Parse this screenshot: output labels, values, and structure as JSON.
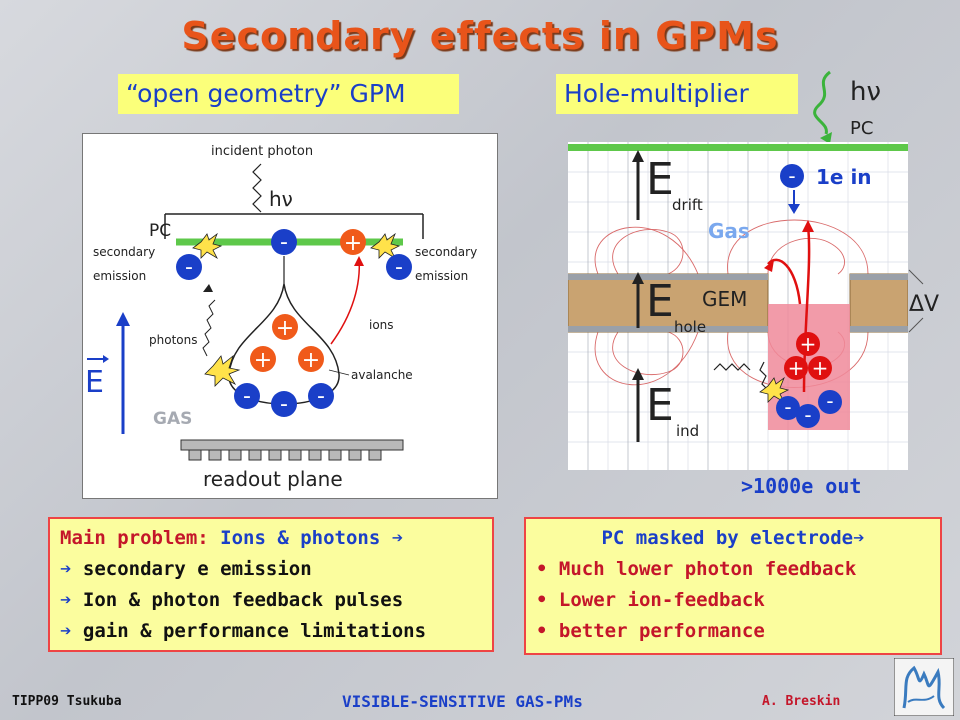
{
  "title": "Secondary effects in GPMs",
  "left": {
    "label": "“open geometry” GPM",
    "diagram": {
      "incident_photon": "incident photon",
      "hv": "hν",
      "pc": "PC",
      "secondary_emission_left_1": "secondary",
      "secondary_emission_left_2": "emission",
      "secondary_emission_right_1": "secondary",
      "secondary_emission_right_2": "emission",
      "photons": "photons",
      "ions": "ions",
      "avalanche": "avalanche",
      "e_field": "E",
      "gas": "GAS",
      "readout": "readout plane",
      "minus": "-",
      "plus": "+"
    },
    "info": {
      "line1_a": "Main problem: ",
      "line1_b": "Ions & photons ",
      "arrow": "➔",
      "line2": " secondary e emission",
      "line3": " Ion & photon feedback pulses",
      "line4": " gain & performance limitations"
    }
  },
  "right": {
    "label": "Hole-multiplier",
    "hv": "hν",
    "pc": "PC",
    "diagram": {
      "e_drift": "E",
      "drift": "drift",
      "gas": "Gas",
      "one_e_in": "1e in",
      "e_hole": "E",
      "hole": "hole",
      "gem": "GEM",
      "delta_v": "ΔV",
      "e_ind": "E",
      "ind": "ind",
      "out": ">1000e out",
      "minus": "-",
      "plus": "+"
    },
    "info": {
      "line1": "PC masked by electrode",
      "arrow": "➔",
      "bullet": "•",
      "item1": " Much lower photon feedback",
      "item2": " Lower ion-feedback",
      "item3": " better performance"
    }
  },
  "footer": {
    "left": "TIPP09 Tsukuba",
    "center": "VISIBLE-SENSITIVE GAS-PMs",
    "right": "A. Breskin"
  },
  "colors": {
    "title": "#e8541a",
    "blue": "#1a3fc8",
    "red": "#e01010",
    "highlight": "#fbff7a",
    "info_bg": "#fbfd9e",
    "gem_brown": "#c9a371",
    "electrode_green": "#5ec84a"
  }
}
